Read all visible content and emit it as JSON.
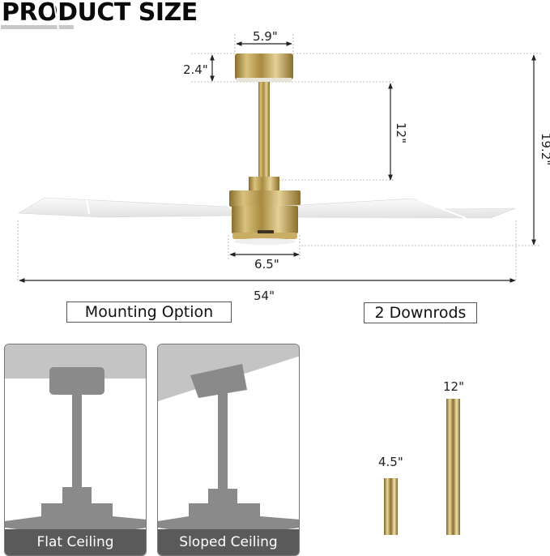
{
  "header": {
    "title": "PRODUCT SIZE"
  },
  "dimensions": {
    "canopy_width": "5.9\"",
    "canopy_height": "2.4\"",
    "downrod_length": "12\"",
    "overall_height": "19.2\"",
    "motor_width": "6.5\"",
    "blade_span": "54\""
  },
  "sections": {
    "mounting_option": "Mounting Option",
    "downrods": "2 Downrods"
  },
  "mounting_options": [
    {
      "label": "Flat Ceiling"
    },
    {
      "label": "Sloped Ceiling"
    }
  ],
  "downrods": [
    {
      "label": "4.5\""
    },
    {
      "label": "12\""
    }
  ],
  "colors": {
    "brass": "#b89a4e",
    "blade": "#f2f2f2",
    "silhouette": "#8a8a8a",
    "label_bar": "#5a5a5a"
  }
}
